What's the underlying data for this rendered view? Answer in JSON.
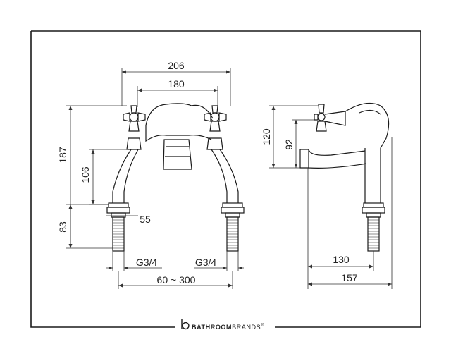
{
  "drawing": {
    "front_view": {
      "dimensions": {
        "overall_width": "206",
        "centres": "180",
        "overall_height": "187",
        "height_to_inlet": "106",
        "tail_length": "83",
        "tail_diameter": "55",
        "inlet_left": "G3/4",
        "inlet_right": "G3/4",
        "centre_range": "60 ~ 300"
      }
    },
    "side_view": {
      "dimensions": {
        "height": "120",
        "spout_height": "92",
        "spout_reach": "130",
        "overall_depth": "157"
      }
    }
  },
  "footer": {
    "brand_bold": "BATHROOM",
    "brand_light": "BRANDS",
    "trademark": "®",
    "logo_icon": "b-logo-icon"
  },
  "colors": {
    "line": "#1a1a1a",
    "dim_line": "#333333",
    "background": "#ffffff"
  }
}
